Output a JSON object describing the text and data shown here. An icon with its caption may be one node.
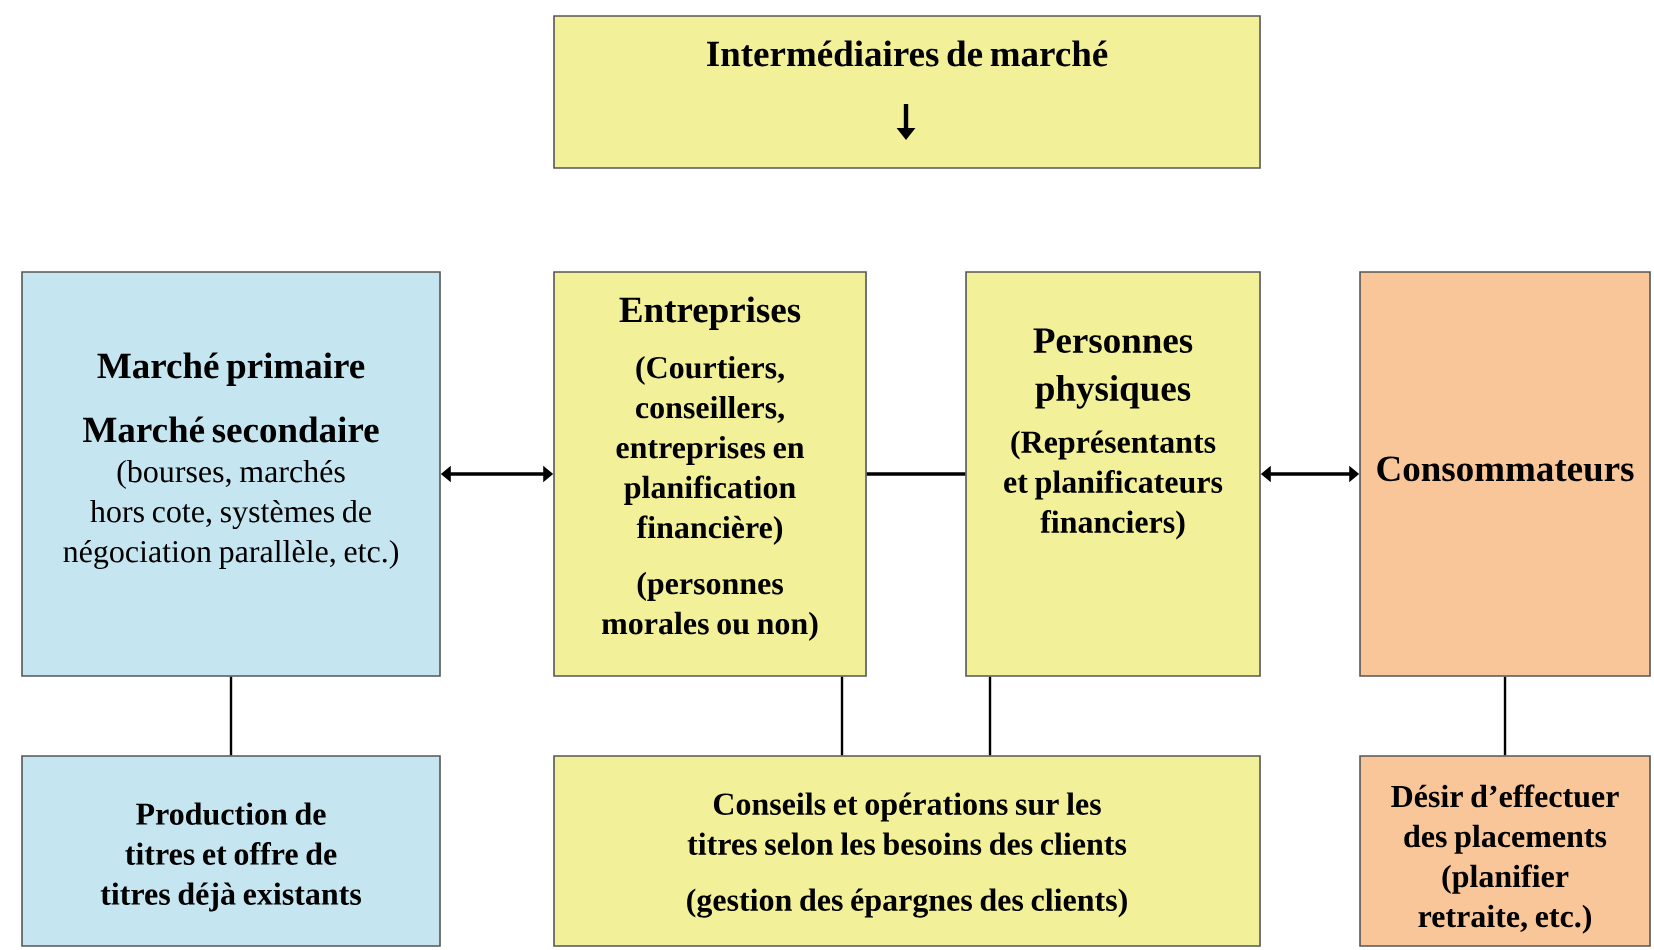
{
  "diagram": {
    "nodes": [
      {
        "text": [
          "Intermédiaires de marché"
        ]
      },
      {
        "text": [
          "Marché primaire",
          "Marché secondaire",
          "(bourses, marchés hors cote, systèmes de négociation parallèle, etc.)"
        ]
      },
      {
        "text": [
          "Entreprises",
          "(Courtiers, conseillers, entreprises en planification financière)",
          "(personnes morales ou non)"
        ]
      },
      {
        "text": [
          "Personnes physiques",
          "(Représentants et planificateurs financiers)"
        ]
      },
      {
        "text": [
          "Consommateurs"
        ]
      },
      {
        "text": [
          "Production de titres et offre de titres déjà existants"
        ]
      },
      {
        "text": [
          "Conseils et opérations sur les titres selon les besoins des clients",
          "(gestion des épargnes des clients)"
        ]
      },
      {
        "text": [
          "Désir d’effectuer des placements (planifier retraite, etc.)"
        ]
      }
    ],
    "edges": [
      {
        "from": 1,
        "to": 2,
        "arrow": "both"
      },
      {
        "from": 2,
        "to": 3,
        "arrow": "none"
      },
      {
        "from": 3,
        "to": 4,
        "arrow": "both"
      },
      {
        "from": 1,
        "to": 5,
        "arrow": "none"
      },
      {
        "from": 2,
        "to": 6,
        "arrow": "none"
      },
      {
        "from": 3,
        "to": 6,
        "arrow": "none"
      },
      {
        "from": 4,
        "to": 7,
        "arrow": "none"
      }
    ]
  }
}
